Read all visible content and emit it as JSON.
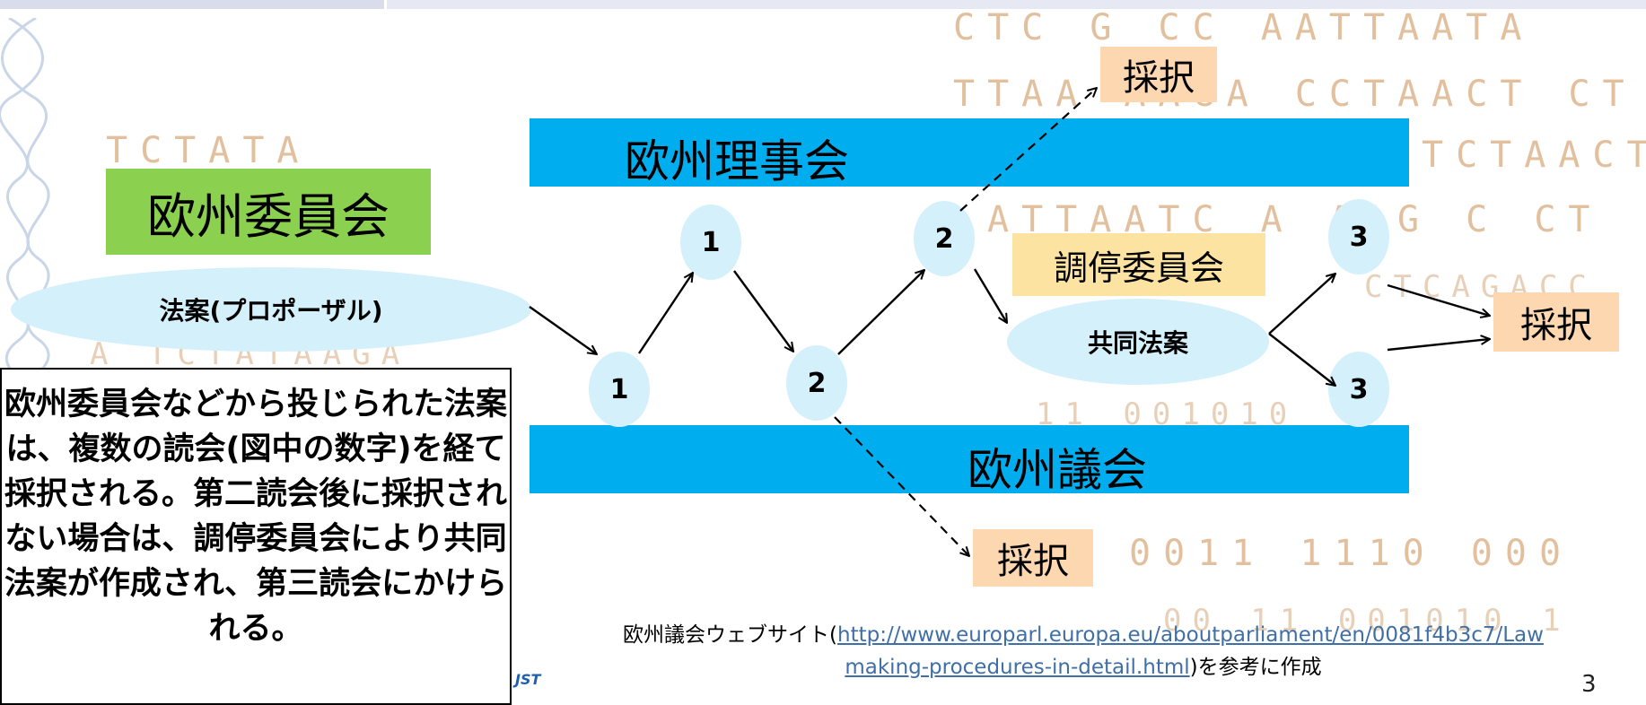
{
  "diagram": {
    "council": "欧州理事会",
    "parliament": "欧州議会",
    "commission": "欧州委員会",
    "proposal": "法案(プロポーザル)",
    "mediation_committee": "調停委員会",
    "joint_text": "共同法案",
    "adopted": "採択",
    "readings": {
      "first_council": "1",
      "first_parliament": "1",
      "second_council": "2",
      "second_parliament": "2",
      "third_council": "3",
      "third_parliament": "3"
    }
  },
  "note": {
    "text": "欧州委員会などから投じられた法案は、複数の読会(図中の数字)を経て採択される。第二読会後に採択されない場合は、調停委員会により共同法案が作成され、第三読会にかけられる。"
  },
  "source": {
    "prefix": "欧州議会ウェブサイト(",
    "link_line1": "http://www.europarl.europa.eu/aboutparliament/en/0081f4b3c7/Law",
    "link_line2": "making-procedures-in-detail.html",
    "suffix": ")を参考に作成"
  },
  "footer": {
    "jst": "JST",
    "page_number": "3"
  },
  "background_text": {
    "line1": "CTC G CC  AATTAATA",
    "line2": "TTAA     AAGA  CCTAACT  CT",
    "line3": "TCTATA",
    "line4": "TCTAACT",
    "line5": "ATTAATC  A  AAG   C  CT",
    "line6": "A  TCTATAAGA",
    "line7": "11  001010",
    "line8": "0011  1110  000",
    "line9": "00  11  001010  1",
    "line10": "CTCAGACC"
  },
  "colors": {
    "band": "#00aeef",
    "commission_box": "#8cd050",
    "ellipse": "#d4f0fb",
    "mediation": "#fde3a2",
    "adopt": "#fdd7b0"
  }
}
